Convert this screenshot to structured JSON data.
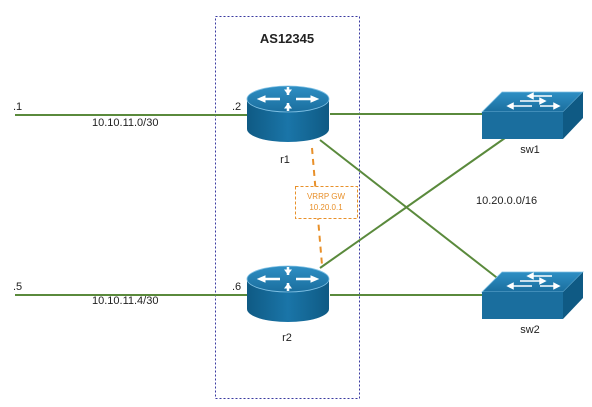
{
  "as_box": {
    "label": "AS12345"
  },
  "routers": [
    {
      "id": "r1",
      "label": "r1"
    },
    {
      "id": "r2",
      "label": "r2"
    }
  ],
  "switches": [
    {
      "id": "sw1",
      "label": "sw1"
    },
    {
      "id": "sw2",
      "label": "sw2"
    }
  ],
  "links": {
    "upstream1": {
      "left_ip": ".1",
      "right_ip": ".2",
      "subnet": "10.10.11.0/30"
    },
    "upstream2": {
      "left_ip": ".5",
      "right_ip": ".6",
      "subnet": "10.10.11.4/30"
    },
    "lan_subnet": "10.20.0.0/16"
  },
  "vrrp": {
    "line1": "VRRP GW",
    "line2": "10.20.0.1"
  },
  "colors": {
    "link": "#5a8a3c",
    "router_body": "#1a6e9e",
    "vrrp": "#e8902a",
    "as_border": "#3a3aa0"
  }
}
